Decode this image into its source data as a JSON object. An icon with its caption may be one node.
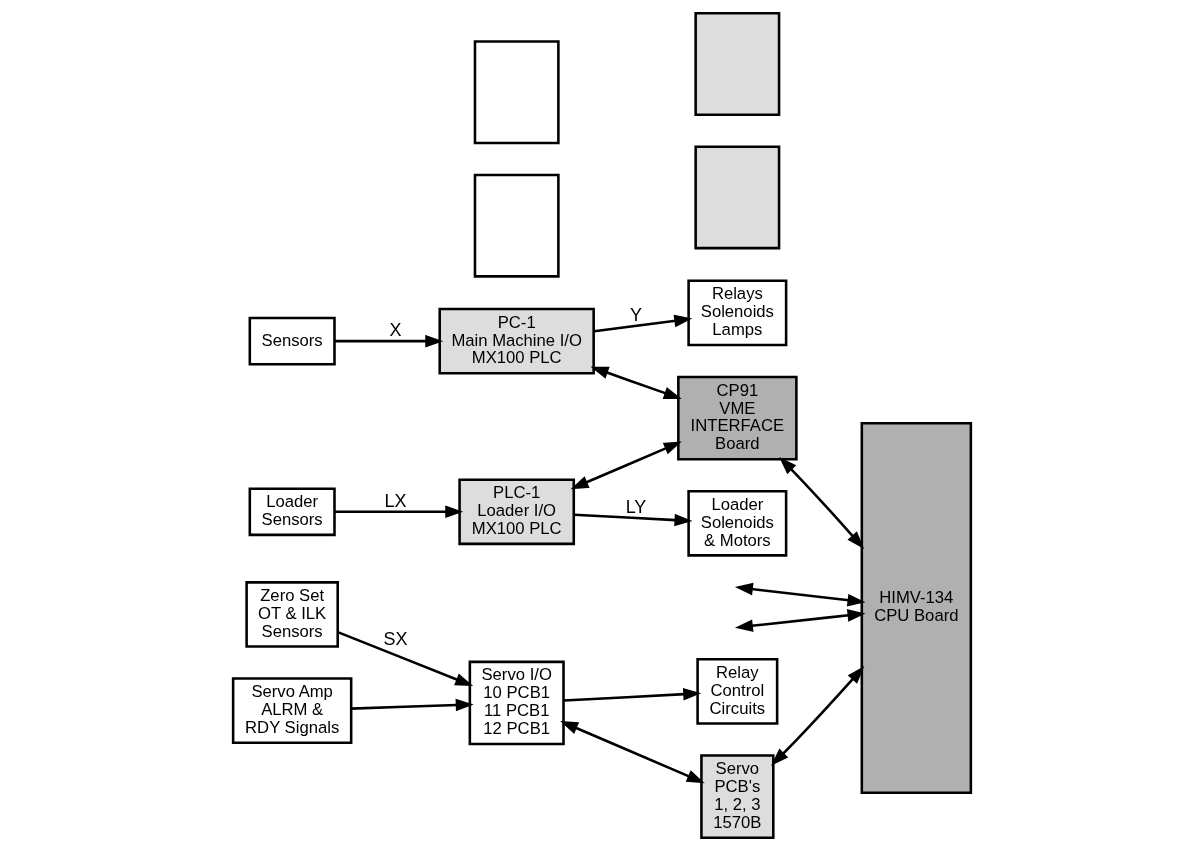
{
  "diagram": {
    "nodes": [
      {
        "text": [
          "Sensors"
        ]
      },
      {
        "text": [
          "Relays Solenoids Lamps"
        ]
      },
      {
        "text": [
          "PC-1 Main Machine I/O MX100 PLC"
        ]
      },
      {
        "text": [
          "CP91 VME INTERFACE Board"
        ]
      },
      {
        "text": [
          "HIMV-134 CPU Board"
        ]
      },
      {
        "text": [
          "Loader Sensors"
        ]
      },
      {
        "text": [
          "Loader Solenoids & Motors"
        ]
      },
      {
        "text": [
          "PLC-1 Loader I/O MX100 PLC"
        ]
      },
      {
        "text": [
          "Zero Set OT & ILK Sensors"
        ]
      },
      {
        "text": [
          "Servo Amp ALRM & RDY Signals"
        ]
      },
      {
        "text": [
          "Relay Control Circuits"
        ]
      },
      {
        "text": [],
        "shape": "box"
      },
      {
        "text": [],
        "shape": "box"
      },
      {
        "text": [
          "Servo I/O 10 PCB1 11 PCB1 12 PCB1"
        ]
      },
      {
        "text": [
          "Servo PCB's 1, 2, 3 1570B"
        ]
      },
      {
        "text": [],
        "shape": "box"
      },
      {
        "text": [],
        "shape": "box"
      }
    ],
    "edges": [
      {
        "from": 0,
        "to": 2,
        "arrow": "to",
        "label": "X"
      },
      {
        "from": 2,
        "to": 1,
        "arrow": "to",
        "label": "Y"
      },
      {
        "from": 2,
        "to": 3,
        "arrow": "both"
      },
      {
        "from": 3,
        "to": 4,
        "arrow": "both"
      },
      {
        "from": 5,
        "to": 7,
        "arrow": "to",
        "label": "LX"
      },
      {
        "from": 7,
        "to": 6,
        "arrow": "to",
        "label": "LY"
      },
      {
        "from": 7,
        "to": 3,
        "arrow": "both"
      },
      {
        "from": 8,
        "to": 13,
        "arrow": "to",
        "label": "SX"
      },
      {
        "from": 9,
        "to": 13,
        "arrow": "to"
      },
      {
        "from": 13,
        "to": 10,
        "arrow": "to"
      },
      {
        "from": 13,
        "to": 14,
        "arrow": "both"
      },
      {
        "from": null,
        "to": 4,
        "arrow": "both"
      },
      {
        "from": null,
        "to": 4,
        "arrow": "both"
      },
      {
        "from": 14,
        "to": 4,
        "arrow": "both"
      }
    ]
  }
}
